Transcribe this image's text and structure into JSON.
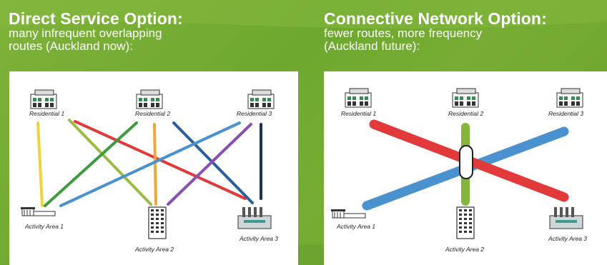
{
  "left": {
    "title": "Direct Service Option:",
    "subtitle_line1": "many infrequent overlapping",
    "subtitle_line2": "routes (Auckland now):",
    "labels": {
      "res1": "Residential 1",
      "res2": "Residential 2",
      "res3": "Residential 3",
      "act1": "Activity Area 1",
      "act2": "Activity Area 2",
      "act3": "Activity Area 3"
    }
  },
  "right": {
    "title": "Connective Network Option:",
    "subtitle_line1": "fewer routes, more frequency",
    "subtitle_line2": "(Auckland future):",
    "labels": {
      "res1": "Residential 1",
      "res2": "Residential 2",
      "res3": "Residential 3",
      "act1": "Activity Area 1",
      "act2": "Activity Area 2",
      "act3": "Activity Area 3"
    }
  },
  "colors": {
    "background": "#72aa32",
    "yellow": "#f2d23a",
    "olive": "#9bbb45",
    "red": "#e23a3a",
    "green": "#3f9b3f",
    "orange": "#eea73a",
    "blue_dark": "#2a5f9e",
    "blue_light": "#4a92cf",
    "purple": "#8a4fb1",
    "navy": "#1e3352",
    "route_green": "#84b63d"
  }
}
